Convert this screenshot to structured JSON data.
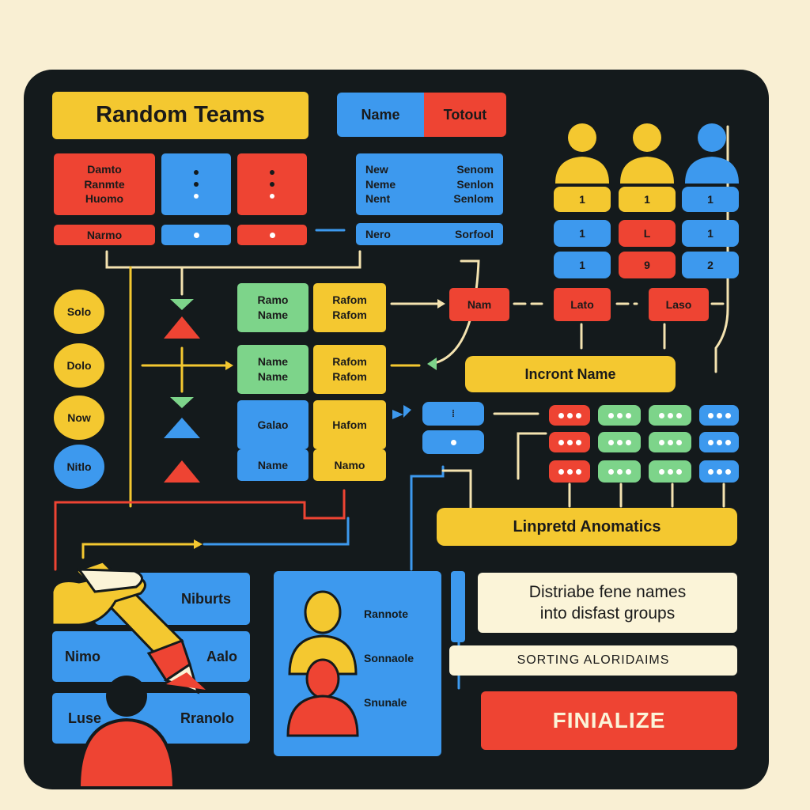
{
  "title": "Random Teams",
  "header": {
    "tab_name": "Name",
    "tab_totout": "Totout"
  },
  "top_left_card": {
    "lines": [
      "Damto",
      "Ranmte",
      "Huomo"
    ],
    "footer": "Narmo"
  },
  "names_list": {
    "rows": [
      [
        "New",
        "Senom"
      ],
      [
        "Neme",
        "Senlon"
      ],
      [
        "Nent",
        "Senlom"
      ]
    ],
    "footer": [
      "Nero",
      "Sorfool"
    ]
  },
  "people_grid": {
    "row1": [
      "1",
      "1",
      "1"
    ],
    "row2": [
      "1",
      "L",
      "1"
    ],
    "row3": [
      "1",
      "9",
      "2"
    ]
  },
  "sidebar_circles": [
    "Solo",
    "Dolo",
    "Now",
    "Nitlo"
  ],
  "middle_grid": {
    "rows": [
      [
        "Ramo\nName",
        "Rafom\nRafom"
      ],
      [
        "Name\nName",
        "Rafom\nRafom"
      ],
      [
        "Galao",
        "Hafom"
      ],
      [
        "Name",
        "Namo"
      ]
    ]
  },
  "flow": {
    "nam": "Nam",
    "lato": "Lato",
    "laso": "Laso"
  },
  "incront_label": "Incront Name",
  "mini_blue": "⁞",
  "linpretd_label": "Linpretd Anomatics",
  "bottom_left": {
    "niburts": "Niburts",
    "nimo": "Nimo",
    "aalo": "Aalo",
    "luse": "Luse",
    "rranolo": "Rranolo"
  },
  "team_panel": {
    "names": [
      "Rannote",
      "Sonnaole",
      "Snunale"
    ]
  },
  "distribute_text": "Distriabe fene  names\ninto  disfast groups",
  "sorting_label": "SORTING ALORIDAIMS",
  "finalize_label": "FINIALIZE",
  "colors": {
    "yellow": "#f4c830",
    "blue": "#3d99ee",
    "red": "#ee4433",
    "green": "#7dd48a",
    "dark": "#141a1c",
    "cream": "#fbf4d8"
  }
}
